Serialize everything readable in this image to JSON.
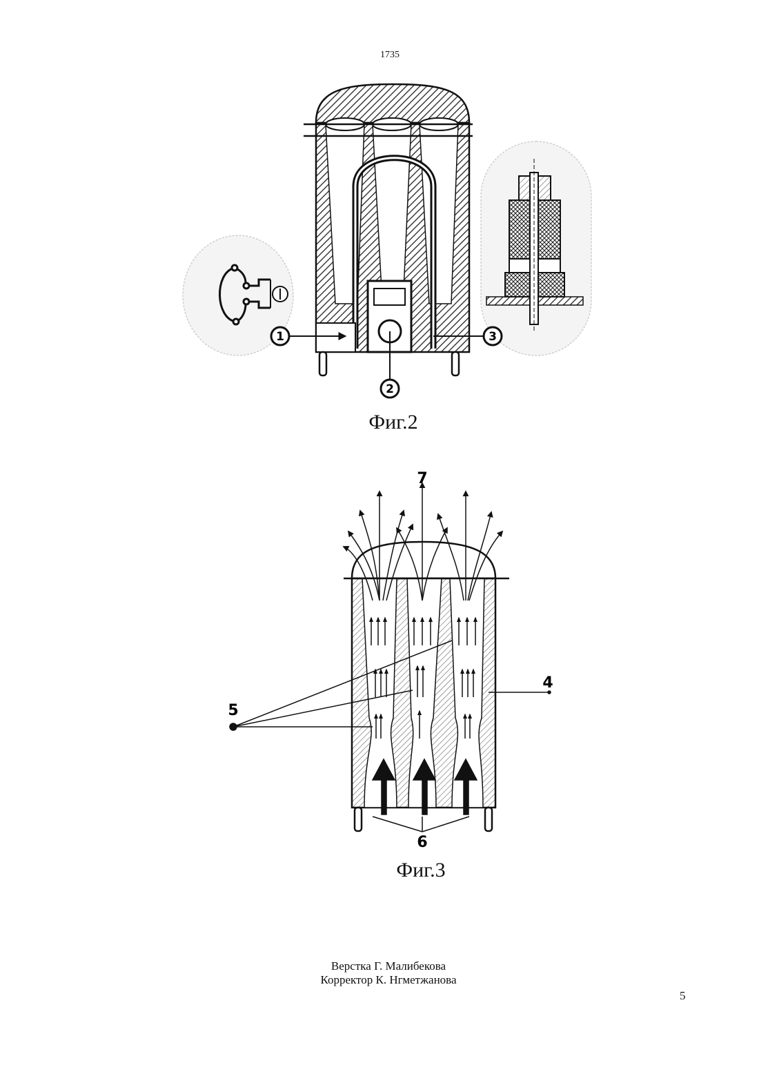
{
  "header": {
    "patent_number": "1735"
  },
  "figures": [
    {
      "caption": "Фиг.2",
      "callouts": [
        "1",
        "2",
        "3"
      ],
      "icons": [
        "circuit-detail-icon",
        "sensor-cross-section-icon",
        "heater-cabinet-cross-section"
      ]
    },
    {
      "caption": "Фиг.3",
      "callouts": [
        "4",
        "5",
        "6",
        "7"
      ],
      "icons": [
        "airflow-arrows-icon",
        "heater-tube-cross-section"
      ]
    }
  ],
  "footer": {
    "layout_credit": "Верстка Г. Малибекова",
    "proofreader_credit": "Корректор К. Нгметжанова",
    "page_number": "5"
  },
  "colors": {
    "ink": "#111111",
    "paper": "#ffffff",
    "halo": "#e6e6e6"
  }
}
